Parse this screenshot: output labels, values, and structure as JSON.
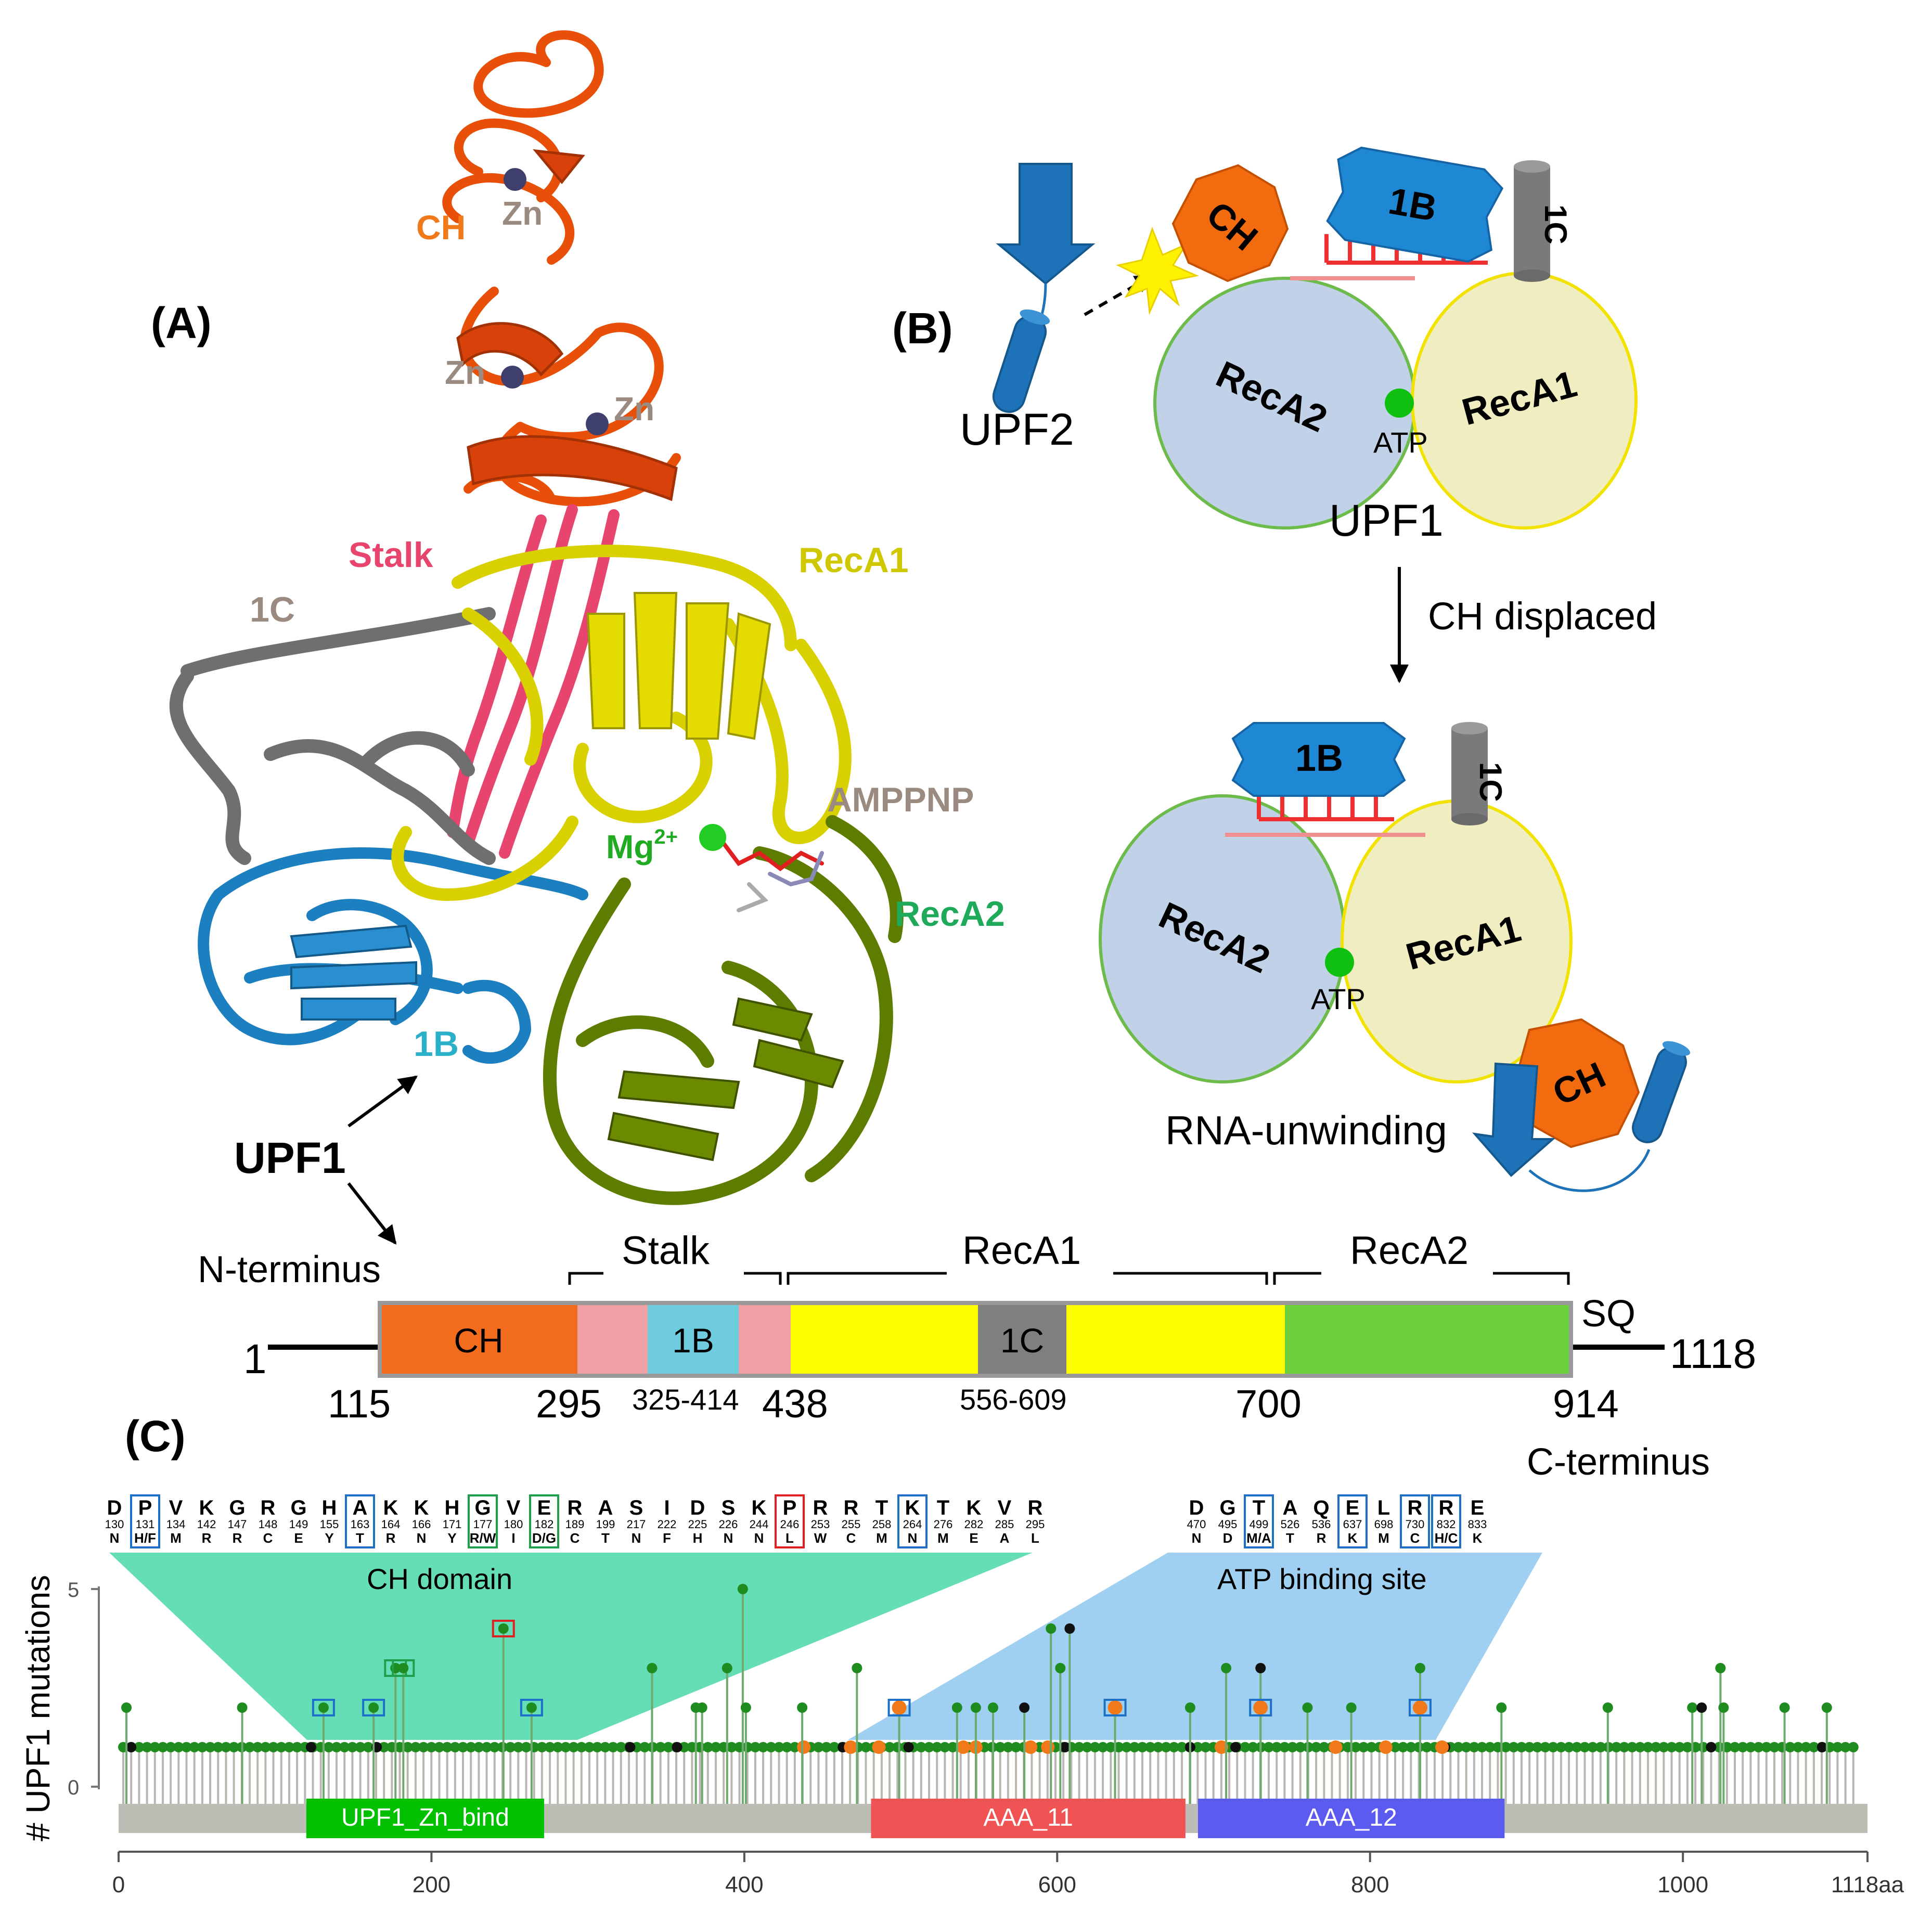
{
  "panels": {
    "a": "(A)",
    "b": "(B)",
    "c": "(C)"
  },
  "panel_a": {
    "ch": "CH",
    "zn": "Zn",
    "stalk": "Stalk",
    "c1": "1C",
    "reca1": "RecA1",
    "reca2": "RecA2",
    "b1": "1B",
    "amppnp": "AMPPNP",
    "mg": "Mg",
    "mg_sup": "2+",
    "upf1": "UPF1",
    "nterm": "N-terminus"
  },
  "panel_b": {
    "upf2": "UPF2",
    "ch": "CH",
    "b1": "1B",
    "c1": "1C",
    "reca2": "RecA2",
    "reca1": "RecA1",
    "atp": "ATP",
    "upf1": "UPF1",
    "displaced": "CH displaced",
    "unwinding": "RNA-unwinding"
  },
  "domain_map": {
    "start": "1",
    "end": "1118",
    "sq": "SQ",
    "cterm": "C-terminus",
    "brackets": {
      "stalk": "Stalk",
      "reca1": "RecA1",
      "reca2": "RecA2"
    },
    "segments": [
      {
        "label": "CH",
        "from": 115,
        "to": 295,
        "color": "#F26C1D"
      },
      {
        "label": "",
        "from": 295,
        "to": 325,
        "color": "#EFA0A5"
      },
      {
        "label": "1B",
        "from": 325,
        "to": 414,
        "color": "#6FCBDE"
      },
      {
        "label": "",
        "from": 414,
        "to": 438,
        "color": "#EFA0A5"
      },
      {
        "label": "",
        "from": 438,
        "to": 556,
        "color": "#FFFF00"
      },
      {
        "label": "1C",
        "from": 556,
        "to": 609,
        "color": "#7F7F7F"
      },
      {
        "label": "",
        "from": 609,
        "to": 700,
        "color": "#FFFF00"
      },
      {
        "label": "",
        "from": 700,
        "to": 914,
        "color": "#6CCF3C"
      }
    ],
    "ticks": [
      "115",
      "295",
      "325-414",
      "438",
      "556-609",
      "700",
      "914"
    ]
  },
  "lollipop": {
    "ylabel": "# UPF1 mutations",
    "yticks": [
      "0",
      "5"
    ],
    "xticks": [
      "0",
      "200",
      "400",
      "600",
      "800",
      "1000",
      "1118aa"
    ],
    "ch_domain_label": "CH domain",
    "atp_label": "ATP binding site",
    "pfam": [
      {
        "label": "UPF1_Zn_bind",
        "from": 120,
        "to": 272,
        "color": "#00C000"
      },
      {
        "label": "AAA_11",
        "from": 481,
        "to": 682,
        "color": "#F05353"
      },
      {
        "label": "AAA_12",
        "from": 690,
        "to": 886,
        "color": "#5B5BF0"
      }
    ],
    "ch_table": [
      {
        "ref": "D",
        "pos": "130",
        "alt": "N",
        "box": ""
      },
      {
        "ref": "P",
        "pos": "131",
        "alt": "H/F",
        "box": "blue"
      },
      {
        "ref": "V",
        "pos": "134",
        "alt": "M",
        "box": ""
      },
      {
        "ref": "K",
        "pos": "142",
        "alt": "R",
        "box": ""
      },
      {
        "ref": "G",
        "pos": "147",
        "alt": "R",
        "box": ""
      },
      {
        "ref": "R",
        "pos": "148",
        "alt": "C",
        "box": ""
      },
      {
        "ref": "G",
        "pos": "149",
        "alt": "E",
        "box": ""
      },
      {
        "ref": "H",
        "pos": "155",
        "alt": "Y",
        "box": ""
      },
      {
        "ref": "A",
        "pos": "163",
        "alt": "T",
        "box": "blue"
      },
      {
        "ref": "K",
        "pos": "164",
        "alt": "R",
        "box": ""
      },
      {
        "ref": "K",
        "pos": "166",
        "alt": "N",
        "box": ""
      },
      {
        "ref": "H",
        "pos": "171",
        "alt": "Y",
        "box": ""
      },
      {
        "ref": "G",
        "pos": "177",
        "alt": "R/W",
        "box": "green"
      },
      {
        "ref": "V",
        "pos": "180",
        "alt": "I",
        "box": ""
      },
      {
        "ref": "E",
        "pos": "182",
        "alt": "D/G",
        "box": "green"
      },
      {
        "ref": "R",
        "pos": "189",
        "alt": "C",
        "box": ""
      },
      {
        "ref": "A",
        "pos": "199",
        "alt": "T",
        "box": ""
      },
      {
        "ref": "S",
        "pos": "217",
        "alt": "N",
        "box": ""
      },
      {
        "ref": "I",
        "pos": "222",
        "alt": "F",
        "box": ""
      },
      {
        "ref": "D",
        "pos": "225",
        "alt": "H",
        "box": ""
      },
      {
        "ref": "S",
        "pos": "226",
        "alt": "N",
        "box": ""
      },
      {
        "ref": "K",
        "pos": "244",
        "alt": "N",
        "box": ""
      },
      {
        "ref": "P",
        "pos": "246",
        "alt": "L",
        "box": "red"
      },
      {
        "ref": "R",
        "pos": "253",
        "alt": "W",
        "box": ""
      },
      {
        "ref": "R",
        "pos": "255",
        "alt": "C",
        "box": ""
      },
      {
        "ref": "T",
        "pos": "258",
        "alt": "M",
        "box": ""
      },
      {
        "ref": "K",
        "pos": "264",
        "alt": "N",
        "box": "blue"
      },
      {
        "ref": "T",
        "pos": "276",
        "alt": "M",
        "box": ""
      },
      {
        "ref": "K",
        "pos": "282",
        "alt": "E",
        "box": ""
      },
      {
        "ref": "V",
        "pos": "285",
        "alt": "A",
        "box": ""
      },
      {
        "ref": "R",
        "pos": "295",
        "alt": "L",
        "box": ""
      }
    ],
    "atp_table": [
      {
        "ref": "D",
        "pos": "470",
        "alt": "N",
        "box": ""
      },
      {
        "ref": "G",
        "pos": "495",
        "alt": "D",
        "box": ""
      },
      {
        "ref": "T",
        "pos": "499",
        "alt": "M/A",
        "box": "blue"
      },
      {
        "ref": "A",
        "pos": "526",
        "alt": "T",
        "box": ""
      },
      {
        "ref": "Q",
        "pos": "536",
        "alt": "R",
        "box": ""
      },
      {
        "ref": "E",
        "pos": "637",
        "alt": "K",
        "box": "blue"
      },
      {
        "ref": "L",
        "pos": "698",
        "alt": "M",
        "box": ""
      },
      {
        "ref": "R",
        "pos": "730",
        "alt": "C",
        "box": "blue"
      },
      {
        "ref": "R",
        "pos": "832",
        "alt": "H/C",
        "box": "blue"
      },
      {
        "ref": "E",
        "pos": "833",
        "alt": "K",
        "box": ""
      }
    ],
    "mutations": [
      {
        "pos": 5,
        "n": 2,
        "c": "green"
      },
      {
        "pos": 79,
        "n": 2,
        "c": "green"
      },
      {
        "pos": 131,
        "n": 2,
        "c": "green",
        "box": "blue"
      },
      {
        "pos": 163,
        "n": 2,
        "c": "green",
        "box": "blue"
      },
      {
        "pos": 177,
        "n": 3,
        "c": "green",
        "box": "green"
      },
      {
        "pos": 182,
        "n": 3,
        "c": "green",
        "box": "green"
      },
      {
        "pos": 246,
        "n": 4,
        "c": "green",
        "box": "red"
      },
      {
        "pos": 264,
        "n": 2,
        "c": "green",
        "box": "blue"
      },
      {
        "pos": 341,
        "n": 3,
        "c": "green"
      },
      {
        "pos": 369,
        "n": 2,
        "c": "green"
      },
      {
        "pos": 373,
        "n": 2,
        "c": "green"
      },
      {
        "pos": 389,
        "n": 3,
        "c": "green"
      },
      {
        "pos": 399,
        "n": 5,
        "c": "green"
      },
      {
        "pos": 401,
        "n": 2,
        "c": "green"
      },
      {
        "pos": 437,
        "n": 2,
        "c": "green"
      },
      {
        "pos": 472,
        "n": 3,
        "c": "green"
      },
      {
        "pos": 499,
        "n": 2,
        "c": "orange",
        "box": "blue"
      },
      {
        "pos": 536,
        "n": 2,
        "c": "green"
      },
      {
        "pos": 548,
        "n": 2,
        "c": "green"
      },
      {
        "pos": 559,
        "n": 2,
        "c": "green"
      },
      {
        "pos": 579,
        "n": 2,
        "c": "black"
      },
      {
        "pos": 596,
        "n": 4,
        "c": "green"
      },
      {
        "pos": 602,
        "n": 3,
        "c": "green"
      },
      {
        "pos": 608,
        "n": 4,
        "c": "black"
      },
      {
        "pos": 637,
        "n": 2,
        "c": "orange",
        "box": "blue"
      },
      {
        "pos": 685,
        "n": 2,
        "c": "green"
      },
      {
        "pos": 708,
        "n": 3,
        "c": "green"
      },
      {
        "pos": 730,
        "n": 3,
        "c": "black"
      },
      {
        "pos": 730,
        "n": 2,
        "c": "orange",
        "box": "blue"
      },
      {
        "pos": 760,
        "n": 2,
        "c": "green"
      },
      {
        "pos": 788,
        "n": 2,
        "c": "green"
      },
      {
        "pos": 832,
        "n": 3,
        "c": "green"
      },
      {
        "pos": 832,
        "n": 2,
        "c": "orange",
        "box": "blue"
      },
      {
        "pos": 884,
        "n": 2,
        "c": "green"
      },
      {
        "pos": 952,
        "n": 2,
        "c": "green"
      },
      {
        "pos": 1006,
        "n": 2,
        "c": "green"
      },
      {
        "pos": 1012,
        "n": 2,
        "c": "black"
      },
      {
        "pos": 1024,
        "n": 3,
        "c": "green"
      },
      {
        "pos": 1026,
        "n": 2,
        "c": "green"
      },
      {
        "pos": 1065,
        "n": 2,
        "c": "green"
      },
      {
        "pos": 1092,
        "n": 2,
        "c": "green"
      }
    ],
    "ones_orange": [
      438,
      468,
      486,
      540,
      548,
      583,
      594,
      705,
      778,
      810,
      846
    ],
    "ones_black": [
      8,
      123,
      165,
      327,
      357,
      463,
      505,
      605,
      685,
      714,
      810,
      848,
      1018,
      1089
    ]
  },
  "colors": {
    "ch": "#E8500A",
    "stalk": "#E8456E",
    "c1": "#6F6F6F",
    "reca1": "#D9D000",
    "reca2": "#5E7D00",
    "b1": "#1B7FC0",
    "teal": "#3FD6A6",
    "sky": "#8FC8EE"
  }
}
